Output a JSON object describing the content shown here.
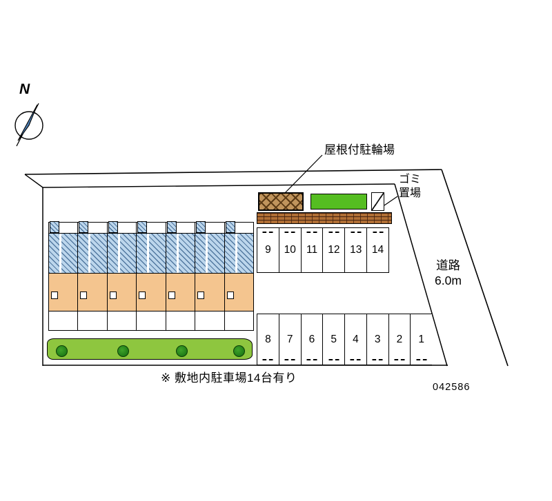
{
  "compass": {
    "label": "N"
  },
  "labels": {
    "bike_parking": "屋根付駐輪場",
    "garbage_line1": "ゴミ",
    "garbage_line2": "置場",
    "road_line1": "道路",
    "road_line2": "6.0m",
    "note": "※ 敷地内駐車場14台有り",
    "plan_number": "042586"
  },
  "parking": {
    "top_row": [
      "9",
      "10",
      "11",
      "12",
      "13",
      "14"
    ],
    "bottom_row": [
      "8",
      "7",
      "6",
      "5",
      "4",
      "3",
      "2",
      "1"
    ]
  },
  "building": {
    "unit_count": 7
  },
  "landscape": {
    "tree_count": 4,
    "tree_positions_pct": [
      4,
      34,
      63,
      91
    ]
  },
  "colors": {
    "roof_blue": "#bcd6ec",
    "room_orange": "#f4c58f",
    "grass_green": "#8ec63f",
    "tree_green": "#1e7a16",
    "bike_brown": "#c0945c",
    "brick_brown": "#b06f35",
    "panel_green": "#55bd21"
  }
}
